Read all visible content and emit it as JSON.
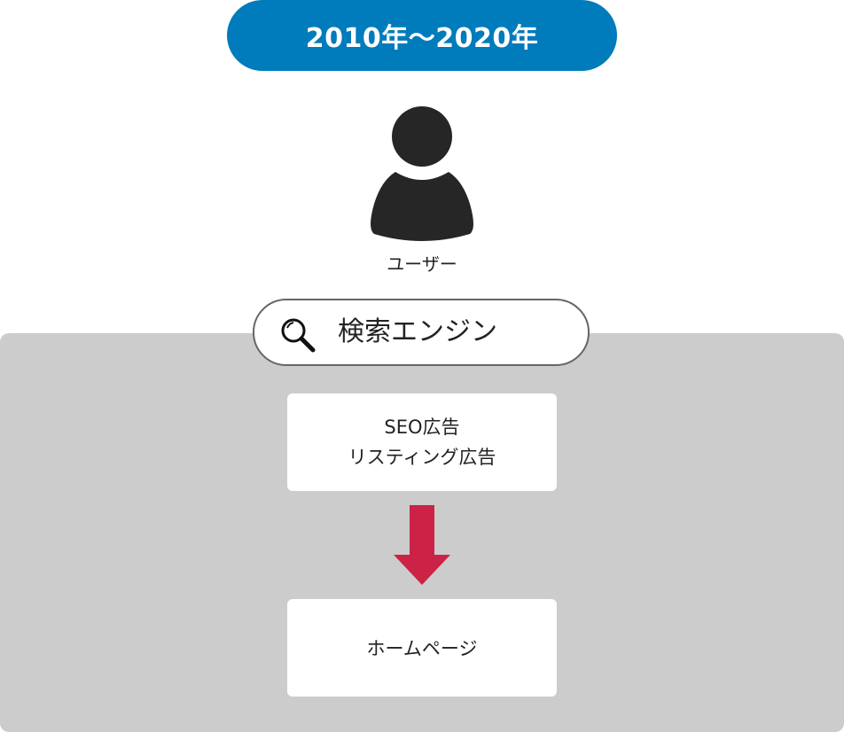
{
  "header": {
    "period": "2010年〜2020年"
  },
  "user": {
    "icon": "person-icon",
    "label": "ユーザー"
  },
  "search_engine": {
    "icon": "search-icon",
    "label": "検索エンジン"
  },
  "ads": {
    "line1": "SEO広告",
    "line2": "リスティング広告"
  },
  "arrow": {
    "icon": "down-arrow-icon",
    "color": "#cc2246"
  },
  "homepage": {
    "label": "ホームページ"
  },
  "colors": {
    "header_bg": "#007bbb",
    "panel_bg": "#cccccc",
    "icon_fill": "#262626"
  }
}
